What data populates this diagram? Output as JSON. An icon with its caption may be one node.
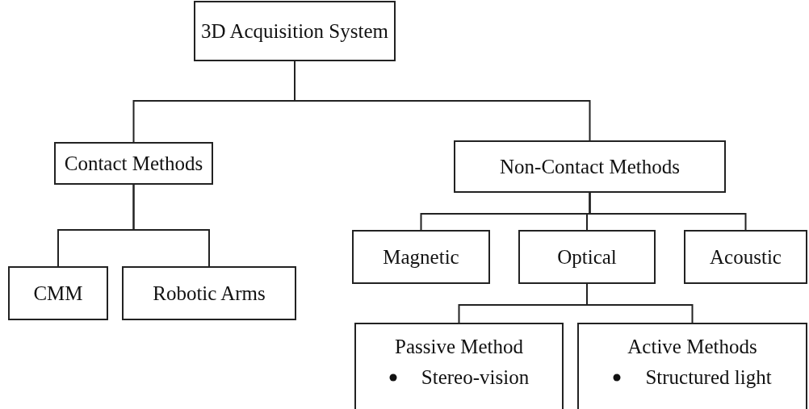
{
  "diagram": {
    "nodes": [
      {
        "text": [
          "3D Acquisition System"
        ]
      },
      {
        "text": [
          "Contact Methods"
        ]
      },
      {
        "text": [
          "Non-Contact Methods"
        ]
      },
      {
        "text": [
          "CMM"
        ]
      },
      {
        "text": [
          "Robotic Arms"
        ]
      },
      {
        "text": [
          "Magnetic"
        ]
      },
      {
        "text": [
          "Optical"
        ]
      },
      {
        "text": [
          "Acoustic"
        ]
      },
      {
        "text": [
          "Passive Method",
          "Stereo-vision"
        ]
      },
      {
        "text": [
          "Active Methods",
          "Structured light"
        ]
      }
    ],
    "edges": [
      {
        "from": 0,
        "to": 1,
        "arrow": "none"
      },
      {
        "from": 0,
        "to": 2,
        "arrow": "none"
      },
      {
        "from": 1,
        "to": 3,
        "arrow": "none"
      },
      {
        "from": 1,
        "to": 4,
        "arrow": "none"
      },
      {
        "from": 2,
        "to": 5,
        "arrow": "none"
      },
      {
        "from": 2,
        "to": 6,
        "arrow": "none"
      },
      {
        "from": 2,
        "to": 7,
        "arrow": "none"
      },
      {
        "from": 6,
        "to": 8,
        "arrow": "none"
      },
      {
        "from": 6,
        "to": 9,
        "arrow": "none"
      }
    ]
  }
}
